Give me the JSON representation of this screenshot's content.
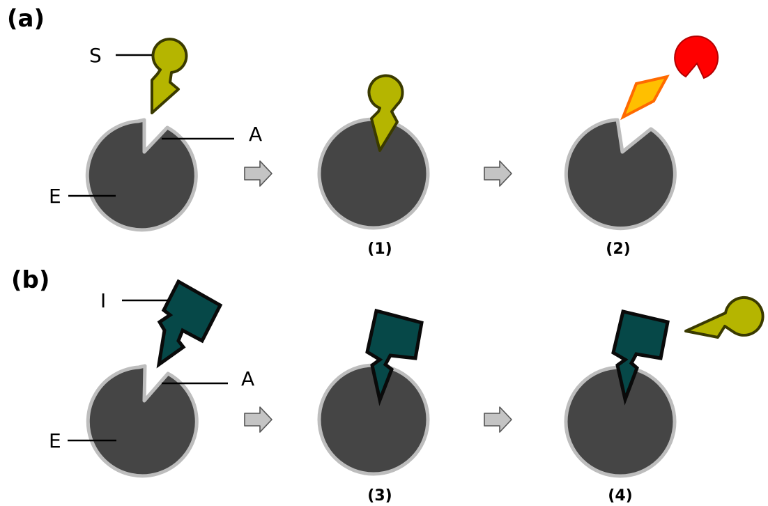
{
  "panels": {
    "a": {
      "label": "(a)"
    },
    "b": {
      "label": "(b)"
    }
  },
  "parts": {
    "substrate": "S",
    "active_site_a": "A",
    "enzyme_a": "E",
    "inhibitor": "I",
    "active_site_b": "A",
    "enzyme_b": "E"
  },
  "steps": [
    "(1)",
    "(2)",
    "(3)",
    "(4)"
  ],
  "colors": {
    "enzyme_fill": "#454545",
    "enzyme_outline": "#bdbdbd",
    "substrate_fill": "#b5b500",
    "inhibitor_fill": "#064848",
    "product_diamond_fill": "#ffbf00",
    "product_diamond_outline": "#ff6a00",
    "product_pacman_fill": "#ff0000",
    "arrow_fill": "#c4c4c4"
  }
}
